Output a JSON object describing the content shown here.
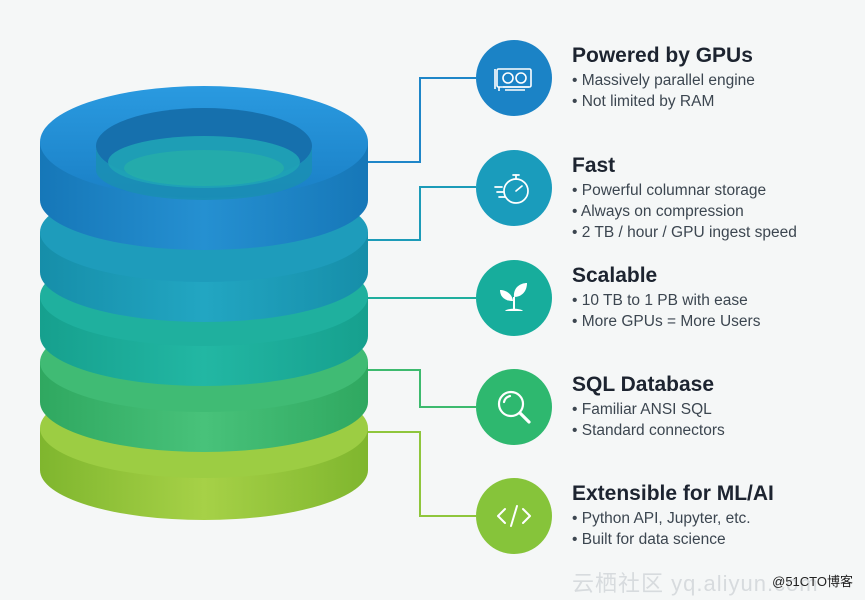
{
  "colors": {
    "layer1": "#1e86c8",
    "layer2": "#1c9bb8",
    "layer3": "#1fae9e",
    "layer4": "#3dba6e",
    "layer5": "#8fc63c",
    "connector": "#27a3c4"
  },
  "features": [
    {
      "title": "Powered by GPUs",
      "icon": "gpu-card-icon",
      "color": "#1b83c6",
      "bullets": [
        "Massively parallel engine",
        "Not limited by RAM"
      ]
    },
    {
      "title": "Fast",
      "icon": "stopwatch-icon",
      "color": "#1a9cbc",
      "bullets": [
        "Powerful columnar storage",
        "Always on compression",
        "2 TB / hour / GPU ingest speed"
      ]
    },
    {
      "title": "Scalable",
      "icon": "sprout-icon",
      "color": "#17ad9c",
      "bullets": [
        "10 TB to 1 PB with ease",
        "More GPUs = More Users"
      ]
    },
    {
      "title": "SQL Database",
      "icon": "magnifier-icon",
      "color": "#2eb86f",
      "bullets": [
        "Familiar ANSI SQL",
        "Standard connectors"
      ]
    },
    {
      "title": "Extensible for ML/AI",
      "icon": "code-brackets-icon",
      "color": "#86c43a",
      "bullets": [
        "Python API, Jupyter, etc.",
        "Built for data science"
      ]
    }
  ],
  "watermark": "云栖社区 yq.aliyun.com",
  "credit": "@51CTO博客"
}
